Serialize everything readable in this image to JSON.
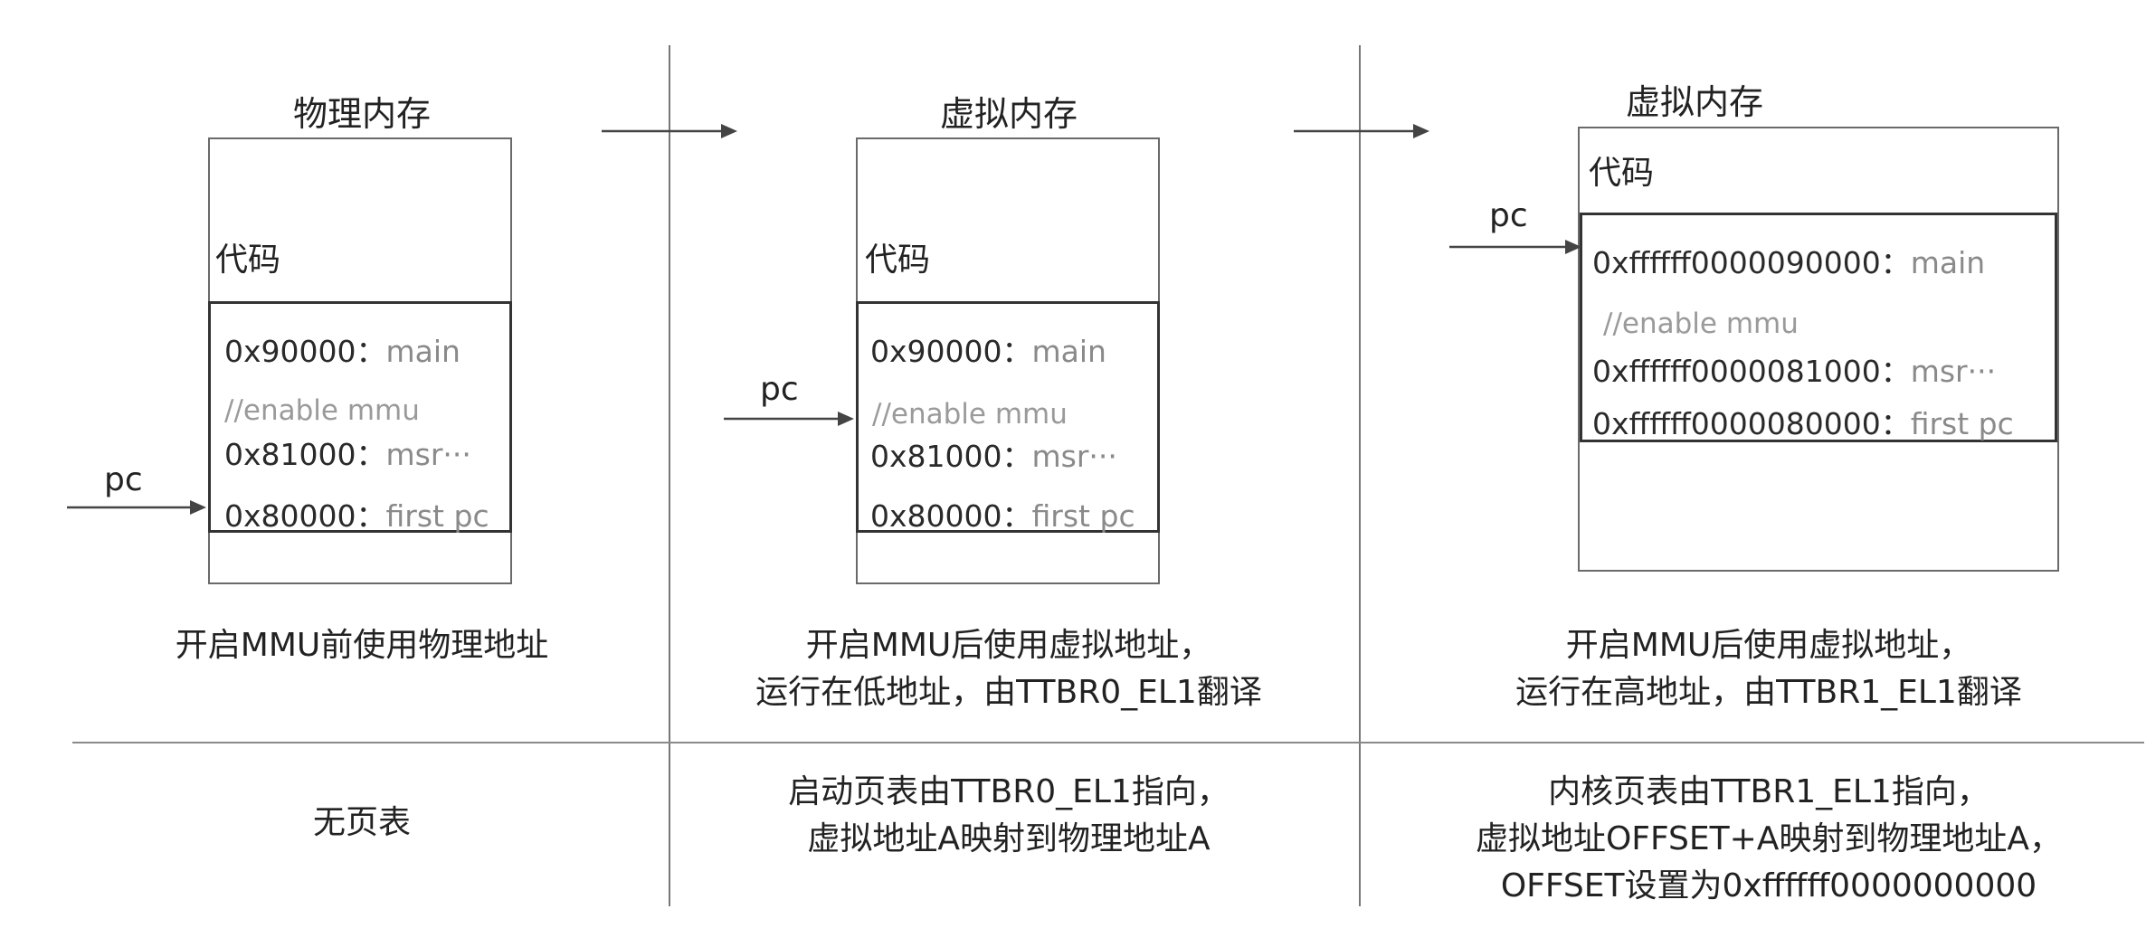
{
  "panels": [
    {
      "title": "物理内存",
      "code_label": "代码",
      "lines": [
        {
          "addr": "0x90000：",
          "desc": "main"
        },
        {
          "addr": "0x81000：",
          "desc": "msr···"
        },
        {
          "addr": "0x80000：",
          "desc": "first pc"
        }
      ],
      "comment": "//enable mmu",
      "pc": "pc",
      "caption": [
        "开启MMU前使用物理地址"
      ],
      "table_caption": [
        "无页表"
      ]
    },
    {
      "title": "虚拟内存",
      "code_label": "代码",
      "lines": [
        {
          "addr": "0x90000：",
          "desc": "main"
        },
        {
          "addr": "0x81000：",
          "desc": "msr···"
        },
        {
          "addr": "0x80000：",
          "desc": "first pc"
        }
      ],
      "comment": "//enable mmu",
      "pc": "pc",
      "caption": [
        "开启MMU后使用虚拟地址，",
        "运行在低地址，由TTBR0_EL1翻译"
      ],
      "table_caption": [
        "启动页表由TTBR0_EL1指向，",
        "虚拟地址A映射到物理地址A"
      ]
    },
    {
      "title": "虚拟内存",
      "code_label": "代码",
      "lines": [
        {
          "addr": "0xffffff0000090000：",
          "desc": "main"
        },
        {
          "addr": "0xffffff0000081000：",
          "desc": "msr···"
        },
        {
          "addr": "0xffffff0000080000：",
          "desc": "first pc"
        }
      ],
      "comment": "//enable mmu",
      "pc": "pc",
      "caption": [
        "开启MMU后使用虚拟地址，",
        "运行在高地址，由TTBR1_EL1翻译"
      ],
      "table_caption": [
        "内核页表由TTBR1_EL1指向，",
        "虚拟地址OFFSET+A映射到物理地址A，",
        "OFFSET设置为0xffffff0000000000"
      ]
    }
  ]
}
